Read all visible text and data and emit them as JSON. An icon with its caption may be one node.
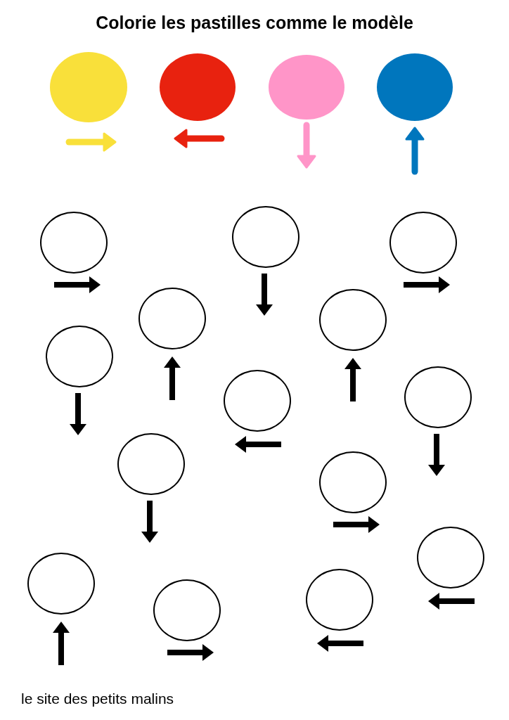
{
  "diagram": {
    "title": "Colorie les pastilles comme le modèle",
    "nodes": [
      {
        "text": [],
        "shape": "circle"
      },
      {
        "text": [],
        "shape": "circle"
      },
      {
        "text": [],
        "shape": "circle"
      },
      {
        "text": [],
        "shape": "circle"
      },
      {
        "text": [],
        "shape": "circle"
      },
      {
        "text": [],
        "shape": "circle"
      },
      {
        "text": [],
        "shape": "circle"
      },
      {
        "text": [],
        "shape": "circle"
      },
      {
        "text": [],
        "shape": "circle"
      },
      {
        "text": [],
        "shape": "circle"
      },
      {
        "text": [],
        "shape": "circle"
      },
      {
        "text": [],
        "shape": "circle"
      },
      {
        "text": [],
        "shape": "circle"
      },
      {
        "text": [],
        "shape": "circle"
      },
      {
        "text": [],
        "shape": "circle"
      },
      {
        "text": [],
        "shape": "circle"
      },
      {
        "text": [],
        "shape": "circle"
      },
      {
        "text": [],
        "shape": "circle"
      }
    ],
    "labels": [
      "le site des petits malins"
    ]
  }
}
